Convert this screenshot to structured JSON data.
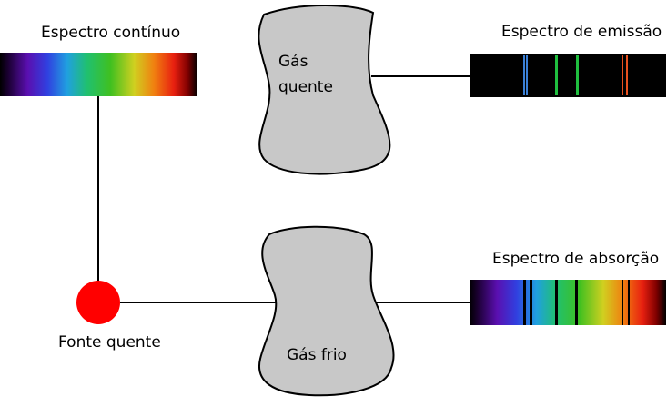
{
  "labels": {
    "continuous": "Espectro contínuo",
    "emission": "Espectro de emissão",
    "absorption": "Espectro de absorção",
    "hot_gas_line1": "Gás",
    "hot_gas_line2": "quente",
    "cold_gas": "Gás frio",
    "source": "Fonte quente"
  },
  "colors": {
    "source": "#ff0000",
    "gas_fill": "#c8c8c8",
    "spectrum_background": "#000000",
    "emission_blue": "#3a7fd5",
    "emission_green": "#1fbf3f",
    "emission_red": "#e8501e"
  },
  "icons": {
    "source": "red-circle",
    "hot_gas": "gas-cloud",
    "cold_gas": "gas-cloud"
  }
}
